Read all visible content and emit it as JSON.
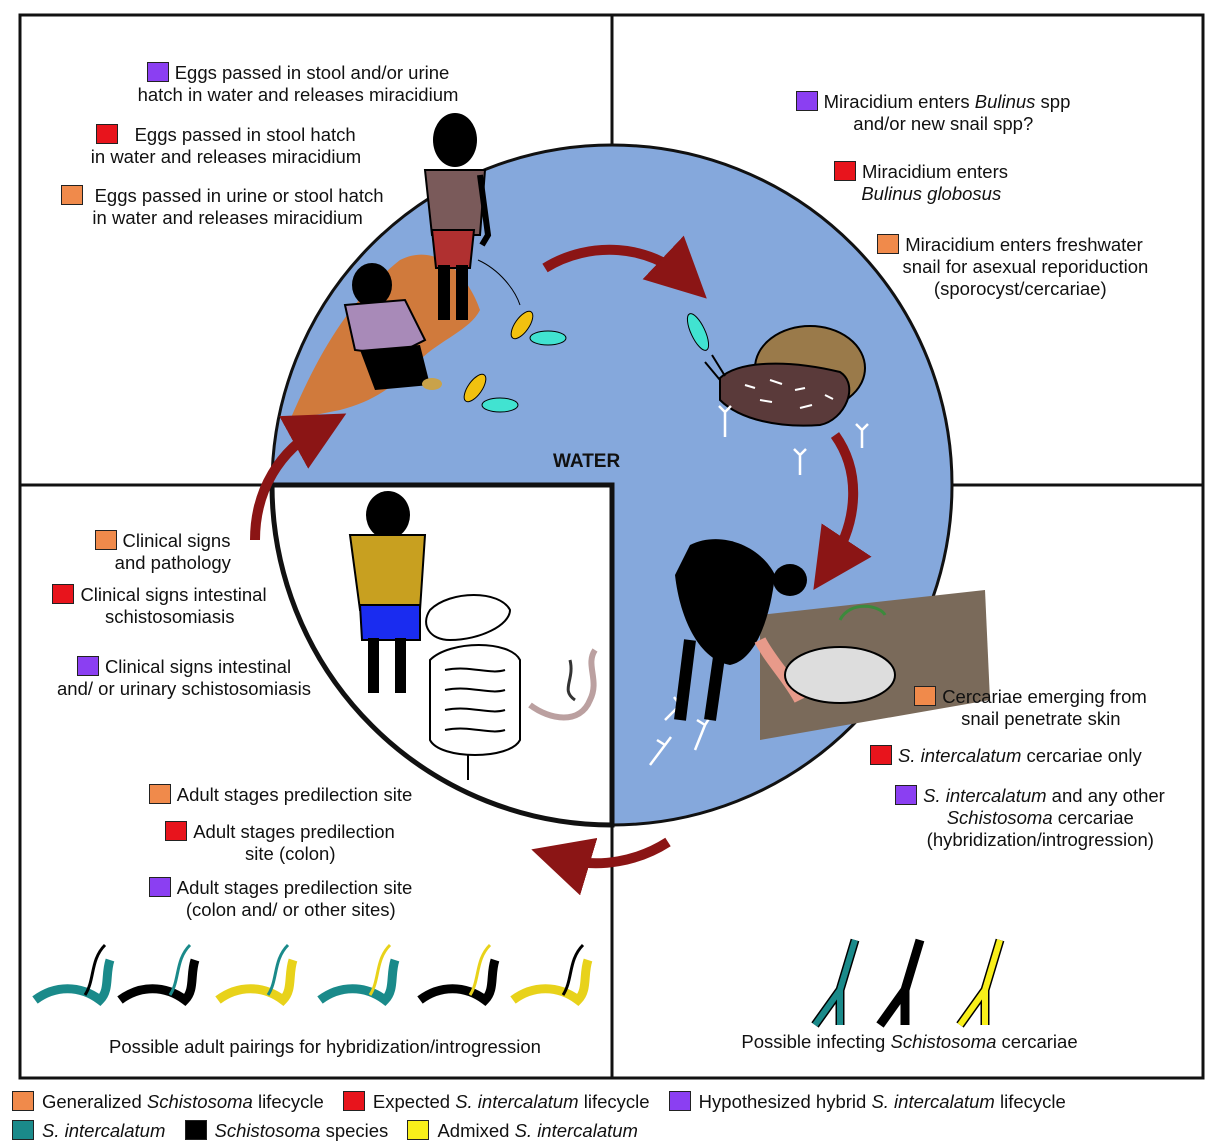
{
  "center_label": "WATER",
  "colors": {
    "generalized": "#f08a4b",
    "expected": "#e8141c",
    "hybrid": "#8b3ff2",
    "s_intercalatum": "#1a8a8a",
    "schistosoma": "#000000",
    "admixed": "#f8ef1a",
    "water": "#85a8dc",
    "soil": "#d07a3c",
    "arrow": "#8b1515"
  },
  "top_left": {
    "hybrid_1": "Eggs passed in stool and/or urine",
    "hybrid_2": "hatch in water and releases miracidium",
    "expected_1": "Eggs passed in stool hatch",
    "expected_2": "in water and releases miracidium",
    "general_1": "Eggs passed in urine or stool hatch",
    "general_2": "in water and releases miracidium"
  },
  "top_right": {
    "hybrid_1a": "Miracidium enters ",
    "hybrid_1b": "Bulinus",
    "hybrid_1c": " spp",
    "hybrid_2": "and/or new snail spp?",
    "expected_1": "Miracidium enters",
    "expected_2": "Bulinus globosus",
    "general_1": "Miracidium enters freshwater",
    "general_2": "snail for asexual reporiduction",
    "general_3": "(sporocyst/cercariae)"
  },
  "right_mid": {
    "general_1": "Cercariae emerging from",
    "general_2": "snail penetrate skin",
    "expected_a": "S. intercalatum",
    "expected_b": " cercariae only",
    "hybrid_a": "S. intercalatum",
    "hybrid_b": " and any other",
    "hybrid_2": "Schistosoma",
    "hybrid_2b": " cercariae",
    "hybrid_3": "(hybridization/introgression)"
  },
  "left_mid": {
    "general_1": "Clinical signs",
    "general_2": "and pathology",
    "expected_1": "Clinical signs intestinal",
    "expected_2": "schistosomiasis",
    "hybrid_1": "Clinical signs intestinal",
    "hybrid_2": "and/ or urinary schistosomiasis"
  },
  "bottom_left": {
    "general_1": "Adult stages predilection site",
    "expected_1": "Adult stages predilection",
    "expected_2": "site (colon)",
    "hybrid_1": "Adult stages predilection site",
    "hybrid_2": "(colon and/ or other sites)",
    "caption": "Possible adult pairings for hybridization/introgression"
  },
  "bottom_right": {
    "caption_a": "Possible infecting ",
    "caption_b": "Schistosoma",
    "caption_c": " cercariae"
  },
  "legend": {
    "l1a": "Generalized ",
    "l1b": "Schistosoma",
    "l1c": " lifecycle",
    "l2a": "Expected ",
    "l2b": "S. intercalatum",
    "l2c": " lifecycle",
    "l3a": "Hypothesized hybrid ",
    "l3b": "S. intercalatum",
    "l3c": " lifecycle",
    "l4": "S. intercalatum",
    "l5a": "Schistosoma",
    "l5b": " species",
    "l6a": "Admixed ",
    "l6b": "S. intercalatum"
  }
}
